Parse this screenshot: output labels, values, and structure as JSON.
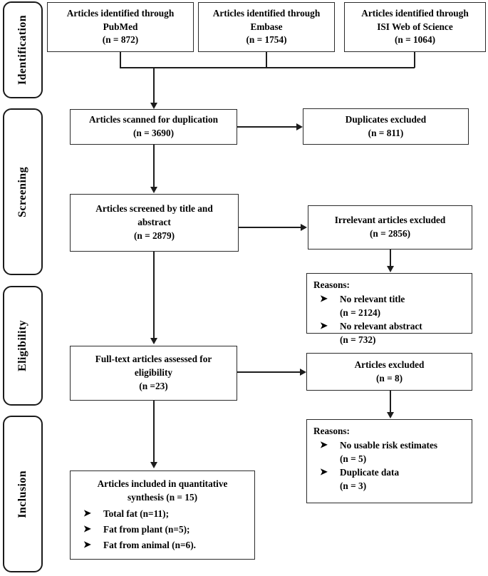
{
  "diagram": {
    "title": "PRISMA study selection flow diagram",
    "line_color": "#1d1d1d",
    "box_border_color": "#2b2b2b",
    "background": "#ffffff"
  },
  "stages": [
    {
      "label": "Identification"
    },
    {
      "label": "Screening"
    },
    {
      "label": "Eligibility"
    },
    {
      "label": "Inclusion"
    }
  ],
  "sources": [
    {
      "line1": "Articles identified through",
      "line2": "PubMed",
      "count": "(n = 872)"
    },
    {
      "line1": "Articles identified through",
      "line2": "Embase",
      "count": "(n = 1754)"
    },
    {
      "line1": "Articles identified through",
      "line2": "ISI Web of Science",
      "count": "(n = 1064)"
    }
  ],
  "duplication": {
    "line1": "Articles scanned for duplication",
    "count": "(n = 3690)"
  },
  "duplicates_excluded": {
    "line1": "Duplicates excluded",
    "count": "(n = 811)"
  },
  "screened": {
    "line1": "Articles screened by title and",
    "line2": "abstract",
    "count": "(n = 2879)"
  },
  "irrelevant_excluded": {
    "line1": "Irrelevant articles excluded",
    "count": "(n = 2856)"
  },
  "screen_reasons": {
    "header": "Reasons:",
    "items": [
      {
        "bullet": "➤",
        "text": "No relevant title",
        "count": "(n = 2124)"
      },
      {
        "bullet": "➤",
        "text": "No relevant abstract",
        "count": "(n = 732)"
      }
    ]
  },
  "fulltext": {
    "line1": "Full-text articles assessed for",
    "line2": "eligibility",
    "count": "(n =23)"
  },
  "articles_excluded": {
    "line1": "Articles excluded",
    "count": "(n = 8)"
  },
  "eligibility_reasons": {
    "header": "Reasons:",
    "items": [
      {
        "bullet": "➤",
        "text": "No usable risk estimates",
        "count": "(n = 5)"
      },
      {
        "bullet": "➤",
        "text": "Duplicate data",
        "count": "(n = 3)"
      }
    ]
  },
  "included": {
    "line1": "Articles included in quantitative",
    "line2": "synthesis (n = 15)",
    "items": [
      {
        "bullet": "➤",
        "text": "Total fat (n=11);"
      },
      {
        "bullet": "➤",
        "text": "Fat from plant (n=5);"
      },
      {
        "bullet": "➤",
        "text": "Fat from animal (n=6)."
      }
    ]
  }
}
